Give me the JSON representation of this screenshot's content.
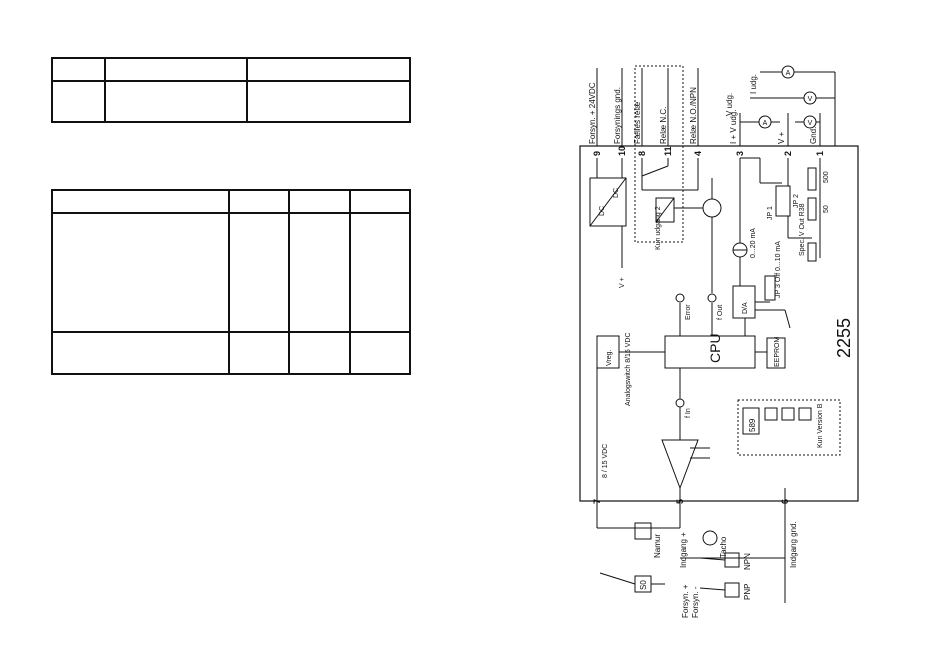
{
  "model": "2255",
  "terminals": {
    "t9": "9",
    "t10": "10",
    "t8": "8",
    "t11": "11",
    "t4": "4",
    "t3": "3",
    "t2": "2",
    "t1": "1",
    "t7": "7",
    "t5": "5",
    "t6": "6"
  },
  "top_labels": {
    "supply_24vdc": "Forsyn. + 24VDC",
    "supply_gnd": "Forsynings gnd.",
    "common_relay": "Fælles relæ",
    "relay_nc": "Relæ N.C.",
    "relay_no_npn": "Relæ N.O./NPN",
    "out_iplus_v": "I + V udg.",
    "out_v_plus": "V +",
    "out_gnd": "Gnd.",
    "meter_i": "I udg.",
    "meter_v": "V udg.",
    "meter_a_symbol": "A",
    "meter_v_symbol": "V"
  },
  "blocks": {
    "dc_left": "DC",
    "dc_right": "DC",
    "vreg": "Vreg.",
    "cpu": "CPU",
    "eeprom": "EEPROM",
    "da": "D/A",
    "relay_note": "Kun udgang 2",
    "current_range": "0...20 mA",
    "v_plus": "V +",
    "error": "Error",
    "f_out": "f Out",
    "f_in": "f In",
    "analog_switch": "Analogswitch 8/15 VDC",
    "vdc_8_15": "8 / 15 VDC",
    "jp3": "JP 3 Off 0...10 mA",
    "jp2": "JP 2",
    "jp1": "JP 1",
    "r500": "500",
    "r50": "50",
    "spec_vout": "Spec. V Out R38",
    "display": "589",
    "version_b": "Kun Version B"
  },
  "bottom_labels": {
    "namur": "Namur",
    "input_plus": "Indgang +",
    "tacho": "Tacho",
    "input_gnd": "Indgang gnd.",
    "npn": "NPN",
    "pnp": "PNP",
    "supply_minus": "Forsyn. -",
    "supply_plus": "Forsyn. +",
    "s0": "S0"
  }
}
